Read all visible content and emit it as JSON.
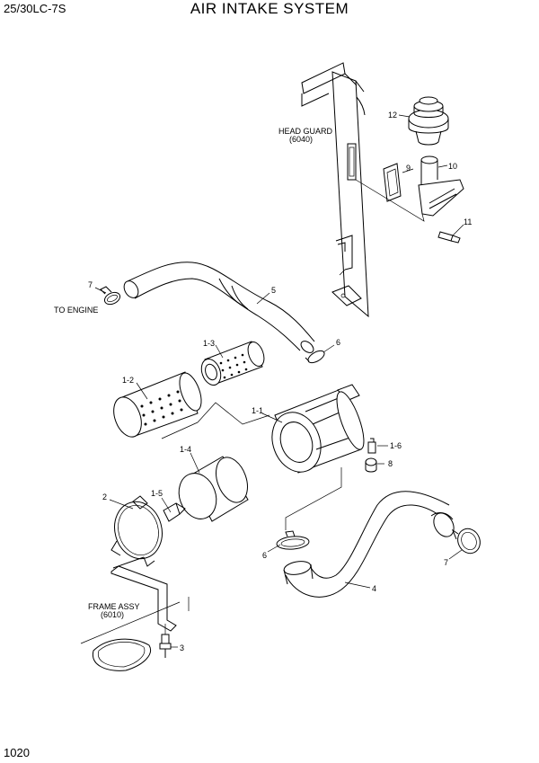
{
  "header": {
    "model": "25/30LC-7S",
    "title": "AIR INTAKE SYSTEM"
  },
  "footer": {
    "page_number": "1020"
  },
  "callouts": {
    "c12": "12",
    "c9": "9",
    "c10": "10",
    "c11": "11",
    "c7a": "7",
    "c5": "5",
    "c6a": "6",
    "c13": "1-3",
    "c12b": "1-2",
    "c11b": "1-1",
    "c16": "1-6",
    "c8": "8",
    "c14": "1-4",
    "c2": "2",
    "c15": "1-5",
    "c6b": "6",
    "c7b": "7",
    "c4": "4",
    "c3": "3"
  },
  "notes": {
    "head_guard_1": "HEAD GUARD",
    "head_guard_2": "(6040)",
    "to_engine": "TO ENGINE",
    "frame_assy_1": "FRAME ASSY",
    "frame_assy_2": "(6010)"
  }
}
